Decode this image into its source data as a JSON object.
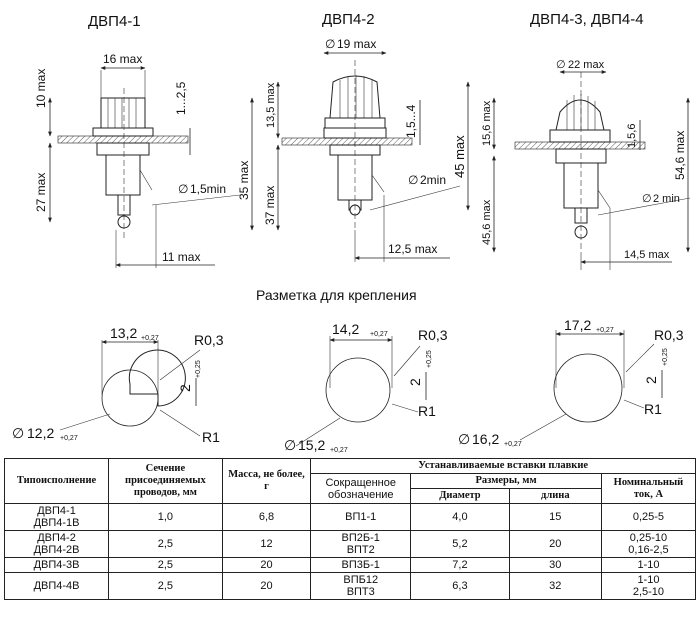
{
  "drawings": {
    "titles": [
      "ДВП4-1",
      "ДВП4-2",
      "ДВП4-3, ДВП4-4"
    ],
    "v1": {
      "width": "16 max",
      "top": "10 max",
      "thread": "1...2,5",
      "total": "35 max",
      "bottom": "27 max",
      "hole": "1,5min",
      "depth": "11 max"
    },
    "v2": {
      "diam": "19 max",
      "top": "13,5 max",
      "thread": "1,5...4",
      "total": "45 max",
      "bottom": "37 max",
      "hole": "2min",
      "depth": "12,5 max"
    },
    "v3": {
      "diam": "22 max",
      "top": "15,6 max",
      "thread": "1,5,6",
      "total": "54,6 max",
      "bottom": "45,6 max",
      "hole": "2 min",
      "depth": "14,5 max"
    },
    "diam_sym": "∅"
  },
  "marking": {
    "title": "Разметка для крепления",
    "items": [
      {
        "width": "13,2",
        "width_tol": "+0,27",
        "r_top": "R0,3",
        "gap": "2",
        "gap_tol": "+0,25",
        "r_bot": "R1",
        "diam": "12,2",
        "diam_tol": "+0,27"
      },
      {
        "width": "14,2",
        "width_tol": "+0,27",
        "r_top": "R0,3",
        "gap": "2",
        "gap_tol": "+0,25",
        "r_bot": "R1",
        "diam": "15,2",
        "diam_tol": "+0,27"
      },
      {
        "width": "17,2",
        "width_tol": "+0,27",
        "r_top": "R0,3",
        "gap": "2",
        "gap_tol": "+0,25",
        "r_bot": "R1",
        "diam": "16,2",
        "diam_tol": "+0,27"
      }
    ]
  },
  "table": {
    "headers": {
      "type": "Типоисполнение",
      "section": "Сечение присоединяемых проводов, мм",
      "mass": "Масса, не более, г",
      "inserts": "Устанавливаемые вставки плавкие",
      "abbr": "Сокращенное обозначение",
      "sizes": "Размеры, мм",
      "diameter": "Диаметр",
      "length": "длина",
      "current": "Номинальный ток, А"
    },
    "rows": [
      {
        "type": "ДВП4-1\nДВП4-1В",
        "section": "1,0",
        "mass": "6,8",
        "abbr": "ВП1-1",
        "diameter": "4,0",
        "length": "15",
        "current": "0,25-5"
      },
      {
        "type": "ДВП4-2\nДВП4-2В",
        "section": "2,5",
        "mass": "12",
        "abbr": "ВП2Б-1\nВПТ2",
        "diameter": "5,2",
        "length": "20",
        "current": "0,25-10\n0,16-2,5"
      },
      {
        "type": "ДВП4-3В",
        "section": "2,5",
        "mass": "20",
        "abbr": "ВП3Б-1",
        "diameter": "7,2",
        "length": "30",
        "current": "1-10"
      },
      {
        "type": "ДВП4-4В",
        "section": "2,5",
        "mass": "20",
        "abbr": "ВПБ12\nВПТ3",
        "diameter": "6,3",
        "length": "32",
        "current": "1-10\n2,5-10"
      }
    ]
  }
}
